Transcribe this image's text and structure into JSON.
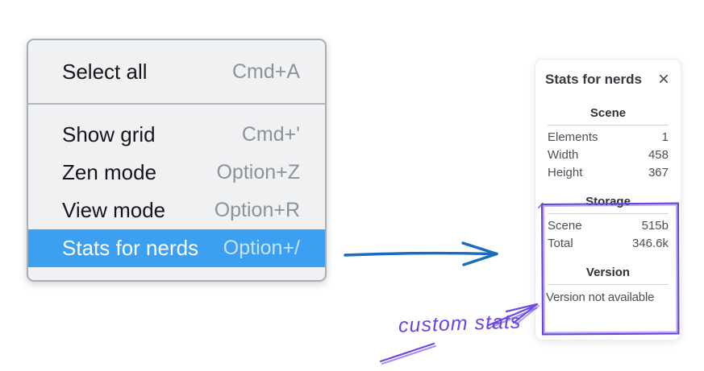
{
  "context_menu": {
    "selection_color": "#3b9ff2",
    "sections": [
      {
        "items": [
          {
            "label": "Select all",
            "shortcut": "Cmd+A"
          }
        ]
      },
      {
        "items": [
          {
            "label": "Show grid",
            "shortcut": "Cmd+'"
          },
          {
            "label": "Zen mode",
            "shortcut": "Option+Z"
          },
          {
            "label": "View mode",
            "shortcut": "Option+R"
          },
          {
            "label": "Stats for nerds",
            "shortcut": "Option+/",
            "selected": true
          }
        ]
      }
    ]
  },
  "stats_panel": {
    "title": "Stats for nerds",
    "close_icon": "×",
    "scene": {
      "heading": "Scene",
      "rows": [
        {
          "label": "Elements",
          "value": "1"
        },
        {
          "label": "Width",
          "value": "458"
        },
        {
          "label": "Height",
          "value": "367"
        }
      ]
    },
    "storage": {
      "heading": "Storage",
      "rows": [
        {
          "label": "Scene",
          "value": "515b"
        },
        {
          "label": "Total",
          "value": "346.6k"
        }
      ]
    },
    "version": {
      "heading": "Version",
      "note": "Version not available"
    }
  },
  "annotations": {
    "label": "custom stats",
    "label_color": "#6d43e8",
    "pointer_arrow_color": "#1a6cbe",
    "sketch_color": "#7048e8",
    "highlight_rect_color": "#6741d9"
  }
}
